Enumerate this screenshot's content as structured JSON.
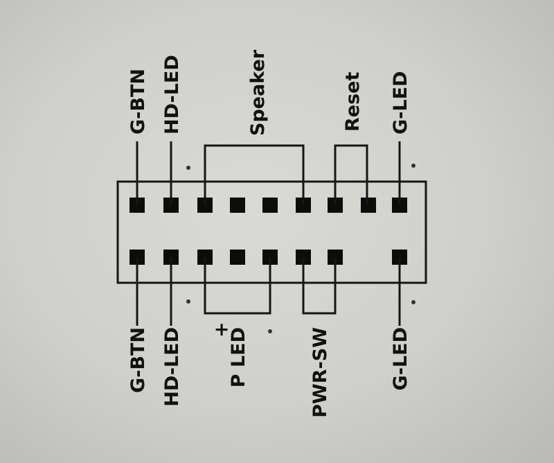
{
  "header": {
    "top_labels": [
      {
        "key": "g_btn",
        "text": "G-BTN"
      },
      {
        "key": "hd_led",
        "text": "HD-LED"
      },
      {
        "key": "speaker",
        "text": "Speaker"
      },
      {
        "key": "reset",
        "text": "Reset"
      },
      {
        "key": "g_led",
        "text": "G-LED"
      }
    ],
    "bottom_labels": [
      {
        "key": "g_btn",
        "text": "G-BTN"
      },
      {
        "key": "hd_led",
        "text": "HD-LED"
      },
      {
        "key": "p_led",
        "text": "P LED"
      },
      {
        "key": "pwr_sw",
        "text": "PWR-SW"
      },
      {
        "key": "g_led",
        "text": "G-LED"
      }
    ],
    "polarity_mark": "+",
    "top_row_pins": 9,
    "bottom_row_pins": 8
  }
}
